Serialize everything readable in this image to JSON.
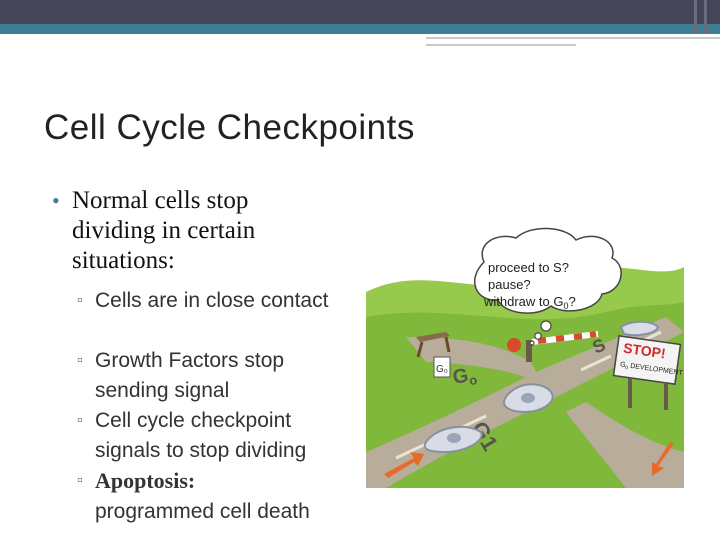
{
  "slide": {
    "title": "Cell Cycle Checkpoints",
    "bullet": "Normal cells stop dividing in certain situations:",
    "sub_bullets": [
      {
        "text": "Cells are in close contact"
      },
      {
        "text": "Growth Factors stop sending signal"
      },
      {
        "text": "Cell cycle checkpoint signals to stop dividing"
      },
      {
        "text_bold": "Apoptosis:",
        "text": "programmed cell death"
      }
    ]
  },
  "illustration": {
    "bubble_line1": "proceed to S?",
    "bubble_line2": "pause?",
    "bubble_line3_prefix": "withdraw to G",
    "bubble_line3_sub": "0",
    "bubble_line3_suffix": "?",
    "sign_stop": "STOP!",
    "sign_sub": "G",
    "sign_sub_index": "0",
    "sign_line2": "DEVELOPMENT",
    "road_g0": "G",
    "road_g0_sub": "o",
    "road_g1": "G1",
    "road_s": "S",
    "small_sign": "G₀",
    "colors": {
      "grass": "#7fb83a",
      "road": "#b7ad9a",
      "arrow": "#e86a2a",
      "accent": "#3f7f93"
    }
  }
}
